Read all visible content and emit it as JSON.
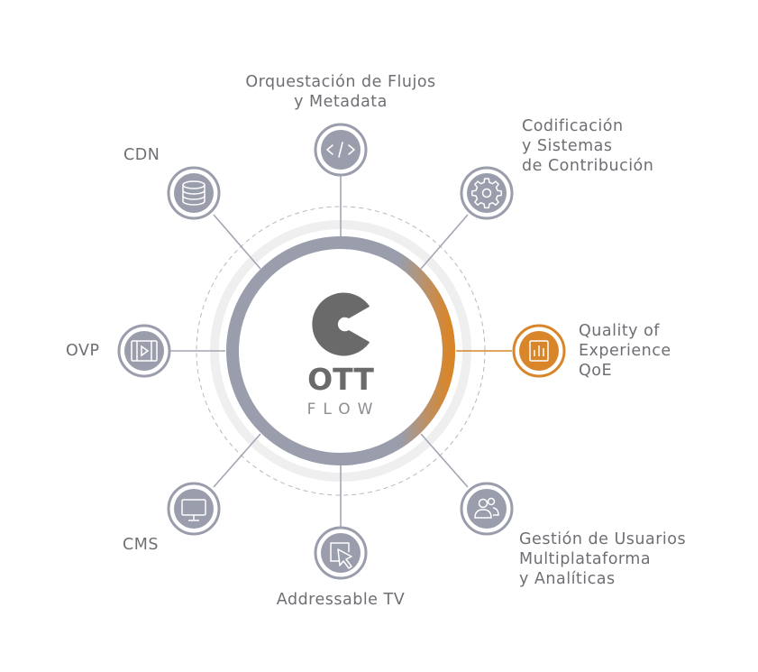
{
  "logo": {
    "brand_mark": "C",
    "title": "OTT",
    "subtitle": "FLOW"
  },
  "nodes": [
    {
      "id": "orquestacion",
      "label": "Orquestación de Flujos\ny Metadata",
      "icon": "code-icon",
      "active": false
    },
    {
      "id": "codificacion",
      "label": "Codificación\ny Sistemas\nde Contribución",
      "icon": "gear-icon",
      "active": false
    },
    {
      "id": "qoe",
      "label": "Quality of\nExperience\nQoE",
      "icon": "bar-chart-icon",
      "active": true
    },
    {
      "id": "gestion",
      "label": "Gestión de Usuarios\nMultiplataforma\ny Analíticas",
      "icon": "users-icon",
      "active": false
    },
    {
      "id": "addressable",
      "label": "Addressable TV",
      "icon": "cursor-icon",
      "active": false
    },
    {
      "id": "cms",
      "label": "CMS",
      "icon": "monitor-icon",
      "active": false
    },
    {
      "id": "ovp",
      "label": "OVP",
      "icon": "video-player-icon",
      "active": false
    },
    {
      "id": "cdn",
      "label": "CDN",
      "icon": "database-icon",
      "active": false
    }
  ],
  "colors": {
    "gray_ring": "#9a9dab",
    "accent": "#d9862a",
    "label_text": "#6f6e74",
    "logo_dark": "#6a6a6a",
    "light_ring": "#efefef",
    "connector": "#a3a5b3"
  }
}
